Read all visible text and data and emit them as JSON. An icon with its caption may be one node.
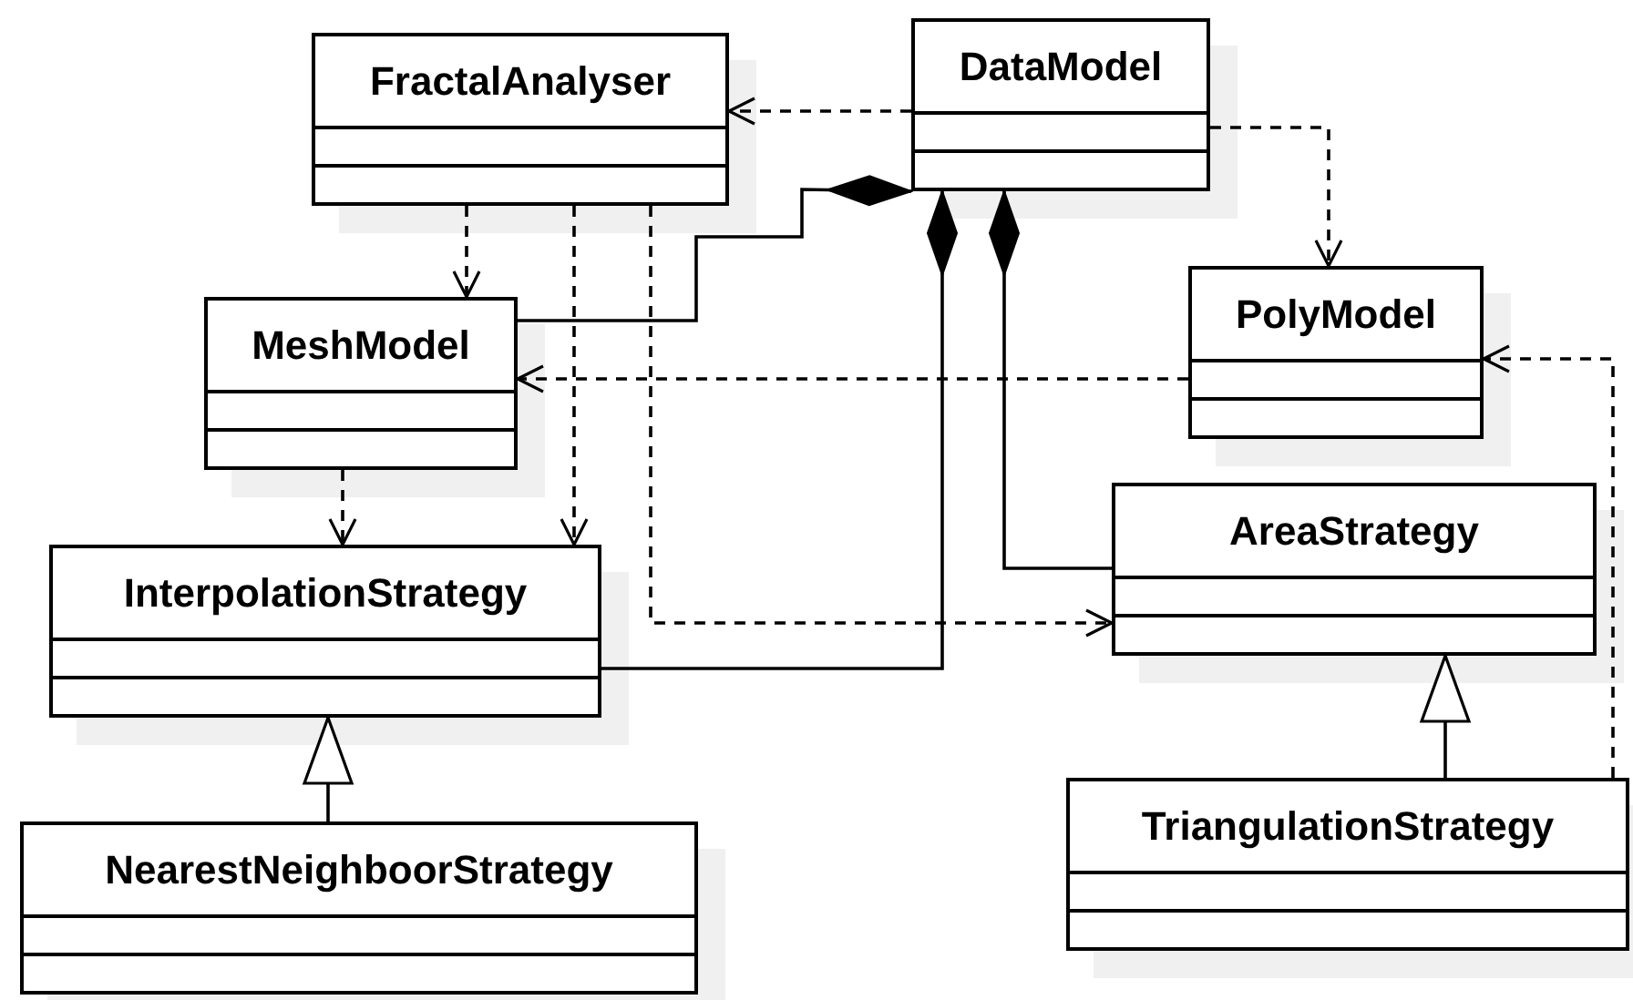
{
  "diagram": {
    "nodes": [
      {
        "text": [
          "FractalAnalyser"
        ]
      },
      {
        "text": [
          "DataModel"
        ]
      },
      {
        "text": [
          "MeshModel"
        ]
      },
      {
        "text": [
          "PolyModel"
        ]
      },
      {
        "text": [
          "InterpolationStrategy"
        ]
      },
      {
        "text": [
          "AreaStrategy"
        ]
      },
      {
        "text": [
          "NearestNeighboorStrategy"
        ]
      },
      {
        "text": [
          "TriangulationStrategy"
        ]
      }
    ],
    "edges": [
      {
        "from": 1,
        "to": 0,
        "arrow": "to",
        "style": "dashed"
      },
      {
        "from": 1,
        "to": 3,
        "arrow": "to",
        "style": "dashed"
      },
      {
        "from": 0,
        "to": 2,
        "arrow": "to",
        "style": "dashed"
      },
      {
        "from": 0,
        "to": 4,
        "arrow": "to",
        "style": "dashed"
      },
      {
        "from": 0,
        "to": 5,
        "arrow": "to",
        "style": "dashed"
      },
      {
        "from": 2,
        "to": 4,
        "arrow": "to",
        "style": "dashed"
      },
      {
        "from": 3,
        "to": 2,
        "arrow": "to",
        "style": "dashed"
      },
      {
        "from": 7,
        "to": 3,
        "arrow": "to",
        "style": "dashed"
      },
      {
        "from": 1,
        "to": 2,
        "arrow": "other"
      },
      {
        "from": 1,
        "to": 4,
        "arrow": "other"
      },
      {
        "from": 1,
        "to": 5,
        "arrow": "other"
      },
      {
        "from": 6,
        "to": 4,
        "arrow": "to"
      },
      {
        "from": 7,
        "to": 5,
        "arrow": "to"
      }
    ]
  }
}
